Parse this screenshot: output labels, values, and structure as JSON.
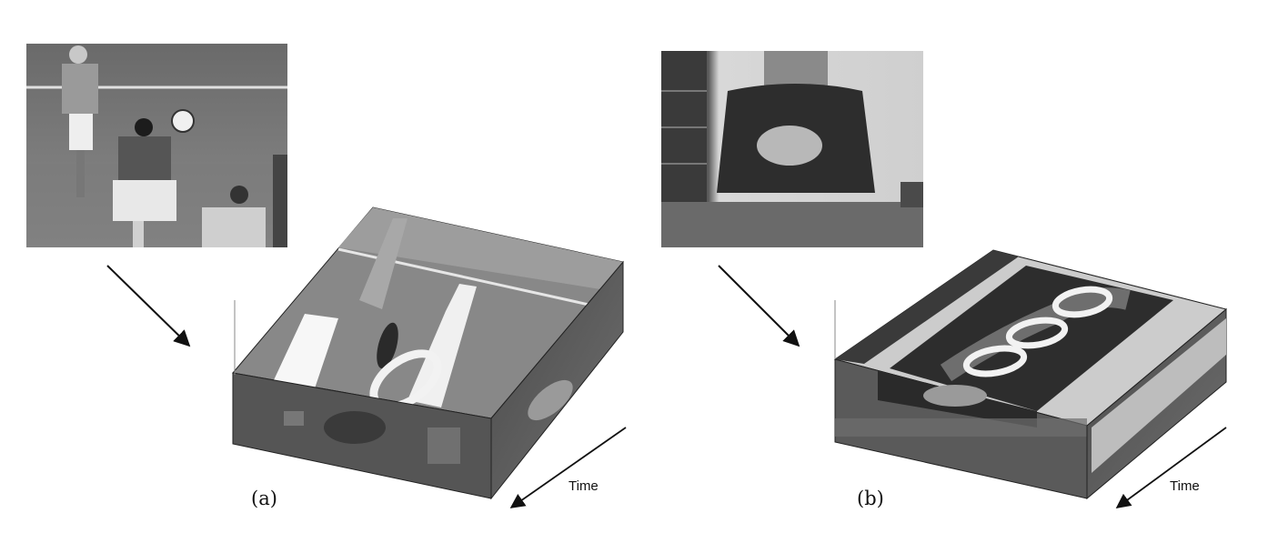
{
  "figure": {
    "panels": [
      {
        "id": "a",
        "label": "(a)",
        "time_label": "Time",
        "scene": "soccer-match-frame"
      },
      {
        "id": "b",
        "label": "(b)",
        "time_label": "Time",
        "scene": "hand-clapping-frame"
      }
    ]
  },
  "colors": {
    "ink": "#111111",
    "ring": "#f2f2f2",
    "field": "#6e6e6e",
    "shirt": "#2d2d2d"
  }
}
